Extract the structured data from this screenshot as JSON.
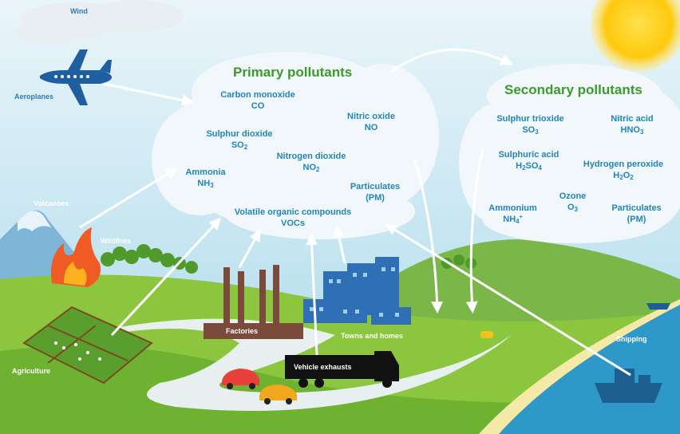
{
  "sources": {
    "wind": "Wind",
    "aeroplanes": "Aeroplanes",
    "volcanoes": "Volcanoes",
    "wildfires": "Wildfires",
    "agriculture": "Agriculture",
    "factories": "Factories",
    "towns": "Towns and homes",
    "vehicles": "Vehicle exhausts",
    "shipping": "Shipping"
  },
  "primary": {
    "title": "Primary pollutants",
    "co": {
      "name": "Carbon monoxide",
      "f1": "CO"
    },
    "no": {
      "name": "Nitric oxide",
      "f1": "NO"
    },
    "so2": {
      "name": "Sulphur dioxide",
      "f1": "SO",
      "f2": "2"
    },
    "no2": {
      "name": "Nitrogen dioxide",
      "f1": "NO",
      "f2": "2"
    },
    "nh3": {
      "name": "Ammonia",
      "f1": "NH",
      "f2": "3"
    },
    "pm": {
      "name": "Particulates",
      "f1": "(PM)"
    },
    "voc": {
      "name": "Volatile organic compounds",
      "f1": "VOCs"
    }
  },
  "secondary": {
    "title": "Secondary pollutants",
    "so3": {
      "name": "Sulphur trioxide",
      "f1": "SO",
      "f2": "3"
    },
    "hno3": {
      "name": "Nitric acid",
      "f1": "HNO",
      "f2": "3"
    },
    "h2so4": {
      "name": "Sulphuric acid",
      "f1": "H",
      "f2": "2",
      "f3": "SO",
      "f4": "4"
    },
    "h2o2": {
      "name": "Hydrogen peroxide",
      "f1": "H",
      "f2": "2",
      "f3": "O",
      "f4": "2"
    },
    "nh4": {
      "name": "Ammonium",
      "f1": "NH",
      "f2": "4",
      "f3": "+"
    },
    "o3": {
      "name": "Ozone",
      "f1": "O",
      "f2": "3"
    },
    "pm": {
      "name": "Particulates",
      "f1": "(PM)"
    }
  },
  "colors": {
    "sky": "#bfe3ef",
    "cloud": "#f2f7fb",
    "grass": "#8cc63f",
    "darkgrass": "#5b9e2a",
    "road": "#e6eef0",
    "sea": "#2e98c9",
    "sun": "#ffd21f",
    "heading_green": "#3c9a2c",
    "label_blue": "#1f86b8"
  }
}
